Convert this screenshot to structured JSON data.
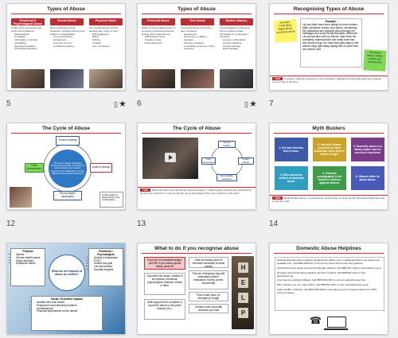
{
  "slides": [
    {
      "num": "5",
      "starred": true,
      "title": "Types of Abuse",
      "columns": [
        {
          "head": "Emotional & Psychological Abuse",
          "items": [
            "Undermining someone's self-worth and confidence",
            "Verbal attacks",
            "Humiliation",
            "Intimidation or threats",
            "Gaslighting",
            "Ignoring boundaries",
            "Controlling behaviour"
          ]
        },
        {
          "head": "Sexual Abuse",
          "items": [
            "Non-consensual sexual behaviour, including with anyone asleep or incapacitated",
            "Any sexual activity",
            "Harassment",
            "Coercion or force",
            "Unwanted touching"
          ]
        },
        {
          "head": "Physical Abuse",
          "items": [
            "Any intentional use of force causing pain, injury or harm",
            "Hitting/slapping",
            "Biting",
            "Kicking",
            "Choking",
            "Use of a weapon"
          ]
        }
      ]
    },
    {
      "num": "6",
      "starred": true,
      "title": "Types of Abuse",
      "columns": [
        {
          "head": "Financial Abuse",
          "items": [
            "When someone takes control of someone's financial resources, limiting their independence",
            "Withholding money",
            "Stealing money",
            "Preventing work"
          ]
        },
        {
          "head": "Tech Abuse",
          "items": [
            "Using technology to control or harm someone",
            "Harassment",
            "Monitoring or stalking",
            "Spyware",
            "Abusive messages",
            "Controlling someone's online presence"
          ]
        },
        {
          "head": "Modern Slavery",
          "items": [
            "The exploitation of someone who is unable to leave (physically or by deception / coercion)",
            "Forced or child labour",
            "Human trafficking",
            "Forced marriage",
            "Debt bondage"
          ]
        }
      ]
    },
    {
      "num": "7",
      "starred": false,
      "title": "Recognising Types of Abuse",
      "sticky1": "Example: Controlling, digital abuse, emotional abuse",
      "example_head": "Example:",
      "example_text": "Lily and Mark have been dating for a few months. Mark constantly checks Lily's phone, demanding her passwords and regularly going through her messages and social media accounts. Whenever Lily spends time with her friends, Mark texts her constantly, claiming that if she really loved him, she should not go out. Mark also gets angry if she doesn't reply right away, saying that it's proof that she doesn't care.",
      "sticky2": "Emotional abuse: Verbal, threats and manipulation",
      "task_label": "Task",
      "task_text": "In groups, read the scenarios on your worksheet. Highlight and annotate each type of abuse you can spot in the story."
    },
    {
      "num": "12",
      "starred": false,
      "title": "The Cycle of Abuse",
      "center": "The cycle of abuse should give through periods of this, but also if the person abusing you is 'good', someone can't relationship, it can be difficult to leave abusive situations",
      "nodes": {
        "tension": "Tension building",
        "incident": "Incident (abuse)",
        "reconciliation": "Reconciliation (apologies)",
        "calm": "Calm (honeymoon)"
      },
      "side_note": "Let this pattern of abuse and its cycle of calm/safety..."
    },
    {
      "num": "13",
      "starred": false,
      "title": "The Cycle of Abuse",
      "nodes": {
        "tension": "Tension building",
        "incident": "Incident (abuse)",
        "reconciliation": "Reconciliation (apologies)",
        "calm": "Calm (honeymoon)"
      },
      "task_label": "Task",
      "task_text": "Watch the video then discuss the questions below. 1. What signals of abuse were identified by the survivor of abuse? 2. Can you identify any of the stages of the cycle of abuse in this case?"
    },
    {
      "num": "14",
      "starred": false,
      "title": "Myth Busters",
      "tiles": [
        {
          "text": "1. If it was that bad, they'd leave.",
          "color": "#3d5aa8"
        },
        {
          "text": "2. You don't blame someone for their behaviour when they're drunk or high.",
          "color": "#c9a227"
        },
        {
          "text": "3. Domestic abuse is a family matter and no one else's business.",
          "color": "#7a3b8a"
        },
        {
          "text": "4. Men cannot be victims of domestic abuse.",
          "color": "#2f9ec2"
        },
        {
          "text": "5. Extreme pornography is not linked to violence against women.",
          "color": "#3f9a4a"
        },
        {
          "text": "6. Women often lie about abuse.",
          "color": "#4a5ab8"
        }
      ],
      "task_label": "Task",
      "task_text": "Read the tiles above. In small groups, discuss why you think people hold these beliefs and how to bust the myth."
    },
    {
      "num": "",
      "center": "What are the impacts of abuse on victims?",
      "physical_head": "Physical",
      "physical_items": [
        "Injuries",
        "Chronic health issues",
        "Sleep disorders",
        "Substance abuse"
      ],
      "emotional_head": "Emotional / Psychological",
      "emotional_items": [
        "Anxiety & depression",
        "PTSD",
        "Shame and guilt",
        "Low self-esteem",
        "Suicidal thoughts"
      ],
      "social_head": "Social / Economic Impacts",
      "social_items": [
        "Isolation and trust issues",
        "Employment and financial problems",
        "Homelessness",
        "Financial dependence on the abuser"
      ]
    },
    {
      "num": "",
      "title": "What to do if you recognise abuse",
      "left_items": [
        "If you are in immediate danger, call 999. If you cannot speak safely, press 55",
        "Document the abuse, whether it be physical, emotional, psychological, financial, sexual or other.",
        "Seek support from a helpline or report the abuse to the police directly (101)."
      ],
      "right_items": [
        "Have an escape plan if it becomes necessary to leave quickly",
        "Pack an emergency bag with essentials (clothes, medication, money, phone, documents)",
        "Plan a safe place (or emergency refuge)",
        "Create a code word with someone you trust"
      ],
      "help_letters": [
        "H",
        "E",
        "L",
        "P"
      ]
    },
    {
      "num": "",
      "title": "Domestic Abuse Helplines",
      "lines": [
        "National Domestic Abuse Helpline (England and Wales) Free, confidential advice and support are available 24/7. Call 0808 2000 247 or fill out the online chat service and guidance.",
        "Scottish Domestic Abuse and Forced Marriage Helpline: Call 0800 027 1234 or visit sdafmh.org.uk",
        "Domestic and Sexual Abuse Helpline (Northern Ireland): Call 0808 802 1414 or visit dsahelpline.org",
        "Live Fear Free Helpline (Wales): Call 0808 8010 800 or visit gov.wales/live-fear-free",
        "Men's Advice Line: For male victims, call 0808 801 0327 or visit mensadviceline.org.uk",
        "Galop (LGBT+ Helpline): Call 0800 999 5428 or visit galop.org.uk for support tailored to LGBT+ victims of abuse."
      ]
    }
  ]
}
